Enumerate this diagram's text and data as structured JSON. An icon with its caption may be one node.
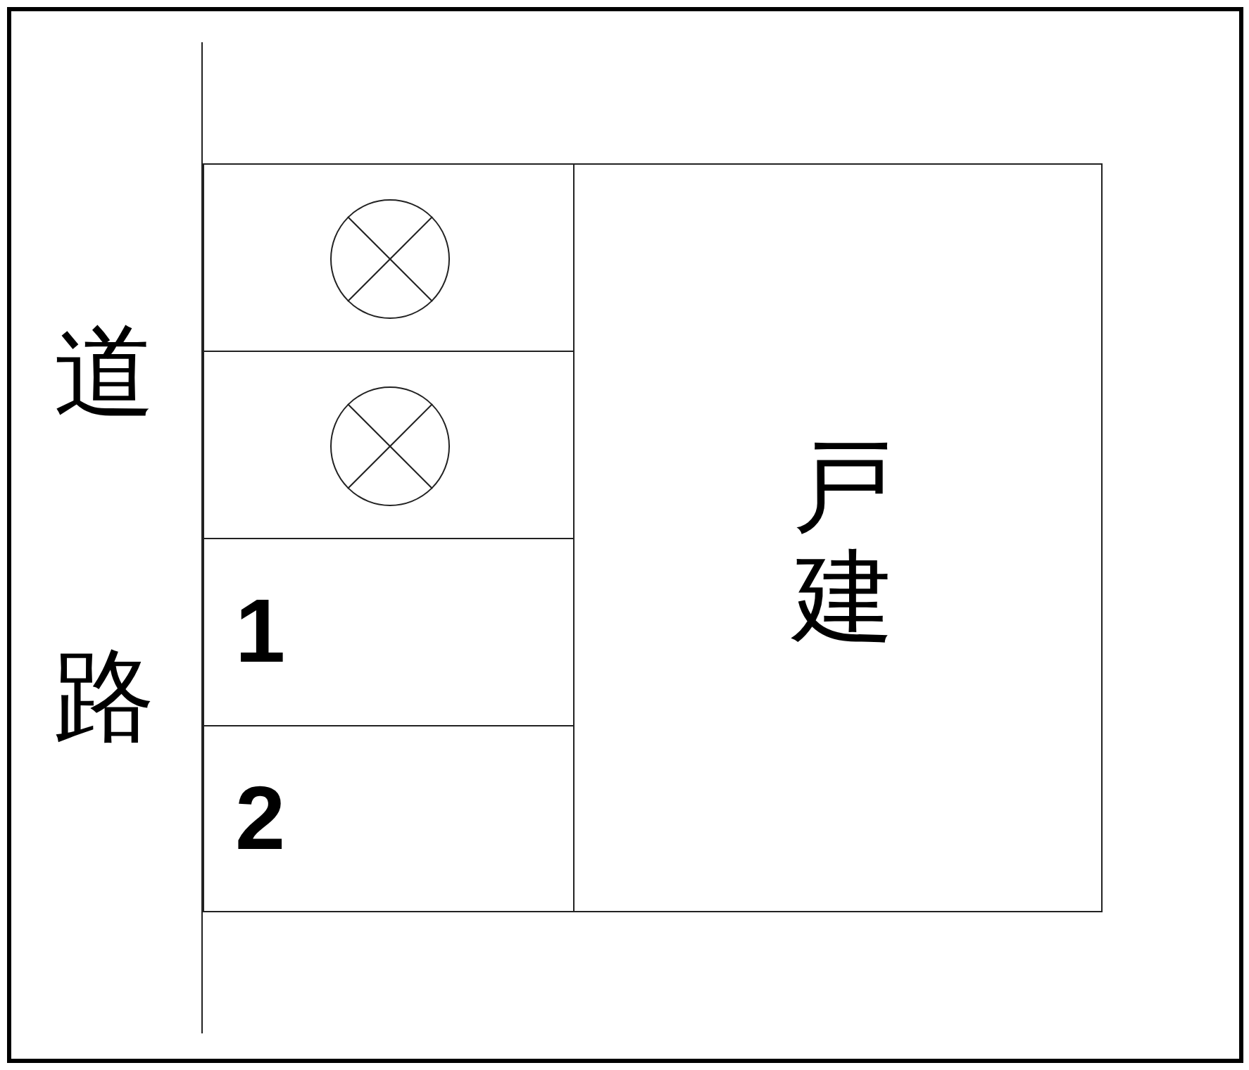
{
  "diagram": {
    "nodes": [
      {
        "text": [],
        "shape": "box"
      },
      {
        "text": [],
        "shape": "box"
      },
      {
        "text": [
          "1"
        ]
      },
      {
        "text": [
          "2"
        ]
      },
      {
        "text": [
          "戸建"
        ]
      }
    ],
    "labels": [
      "道路"
    ]
  }
}
